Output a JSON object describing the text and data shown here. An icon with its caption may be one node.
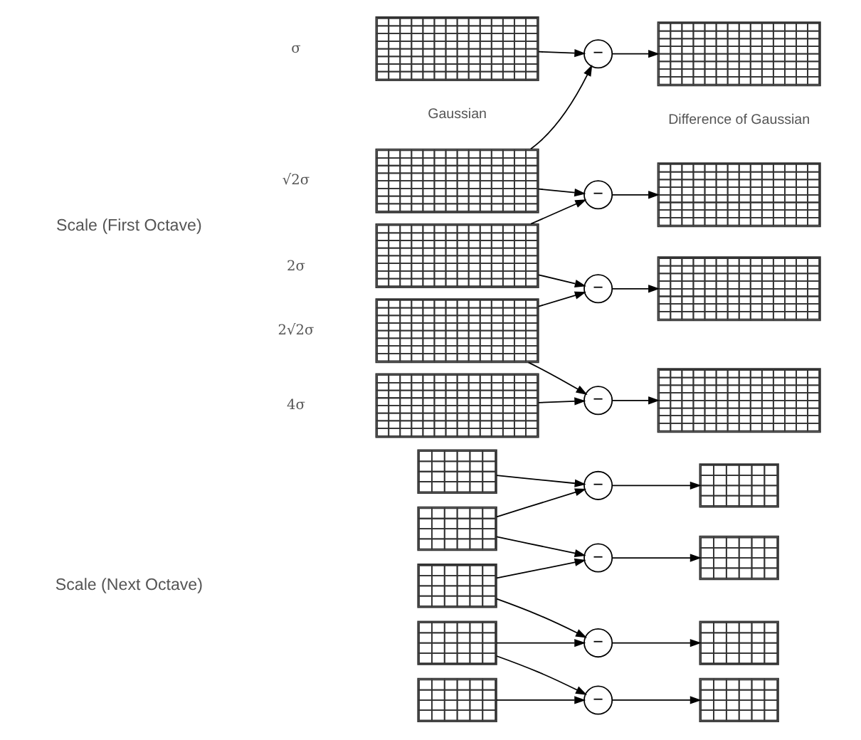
{
  "diagram": {
    "nodes": [
      {
        "text": [],
        "shape": "grid"
      },
      {
        "text": [],
        "shape": "grid"
      },
      {
        "text": [],
        "shape": "grid"
      },
      {
        "text": [],
        "shape": "grid"
      },
      {
        "text": [],
        "shape": "grid"
      },
      {
        "text": [
          "−"
        ]
      },
      {
        "text": [
          "−"
        ]
      },
      {
        "text": [
          "−"
        ]
      },
      {
        "text": [
          "−"
        ]
      },
      {
        "text": [],
        "shape": "grid"
      },
      {
        "text": [],
        "shape": "grid"
      },
      {
        "text": [],
        "shape": "grid"
      },
      {
        "text": [],
        "shape": "grid"
      },
      {
        "text": [],
        "shape": "grid"
      },
      {
        "text": [],
        "shape": "grid"
      },
      {
        "text": [],
        "shape": "grid"
      },
      {
        "text": [],
        "shape": "grid"
      },
      {
        "text": [],
        "shape": "grid"
      },
      {
        "text": [
          "−"
        ]
      },
      {
        "text": [
          "−"
        ]
      },
      {
        "text": [
          "−"
        ]
      },
      {
        "text": [
          "−"
        ]
      },
      {
        "text": [],
        "shape": "grid"
      },
      {
        "text": [],
        "shape": "grid"
      },
      {
        "text": [],
        "shape": "grid"
      },
      {
        "text": [],
        "shape": "grid"
      }
    ],
    "edges": [
      {
        "from": 0,
        "to": 5,
        "arrow": "to"
      },
      {
        "from": 1,
        "to": 5,
        "arrow": "to"
      },
      {
        "from": 1,
        "to": 6,
        "arrow": "to"
      },
      {
        "from": 2,
        "to": 6,
        "arrow": "to"
      },
      {
        "from": 2,
        "to": 7,
        "arrow": "to"
      },
      {
        "from": 3,
        "to": 7,
        "arrow": "to"
      },
      {
        "from": 3,
        "to": 8,
        "arrow": "to"
      },
      {
        "from": 4,
        "to": 8,
        "arrow": "to"
      },
      {
        "from": 5,
        "to": 9,
        "arrow": "to"
      },
      {
        "from": 6,
        "to": 10,
        "arrow": "to"
      },
      {
        "from": 7,
        "to": 11,
        "arrow": "to"
      },
      {
        "from": 8,
        "to": 12,
        "arrow": "to"
      },
      {
        "from": 13,
        "to": 18,
        "arrow": "to"
      },
      {
        "from": 14,
        "to": 18,
        "arrow": "to"
      },
      {
        "from": 14,
        "to": 19,
        "arrow": "to"
      },
      {
        "from": 15,
        "to": 19,
        "arrow": "to"
      },
      {
        "from": 15,
        "to": 20,
        "arrow": "to"
      },
      {
        "from": 16,
        "to": 20,
        "arrow": "to"
      },
      {
        "from": 16,
        "to": 21,
        "arrow": "to"
      },
      {
        "from": 17,
        "to": 21,
        "arrow": "to"
      },
      {
        "from": 18,
        "to": 22,
        "arrow": "to"
      },
      {
        "from": 19,
        "to": 23,
        "arrow": "to"
      },
      {
        "from": 20,
        "to": 24,
        "arrow": "to"
      },
      {
        "from": 21,
        "to": 25,
        "arrow": "to"
      }
    ],
    "labels": [
      "Scale (Next Octave)",
      "4σ",
      "2√2σ",
      "Scale (First Octave)",
      "2σ",
      "√2σ",
      "σ",
      "Gaussian",
      "Difference of Gaussian"
    ]
  }
}
